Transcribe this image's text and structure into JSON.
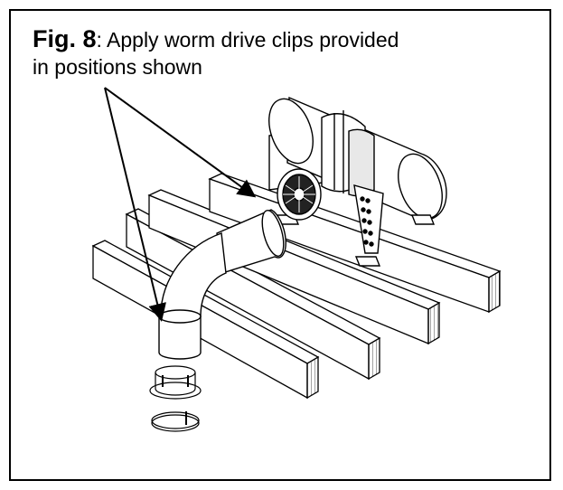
{
  "figure": {
    "label": "Fig. 8",
    "caption_line1": ": Apply worm drive clips provided",
    "caption_line2": "in positions shown"
  },
  "colors": {
    "line": "#000000",
    "background": "#ffffff",
    "hatch": "#333333"
  }
}
